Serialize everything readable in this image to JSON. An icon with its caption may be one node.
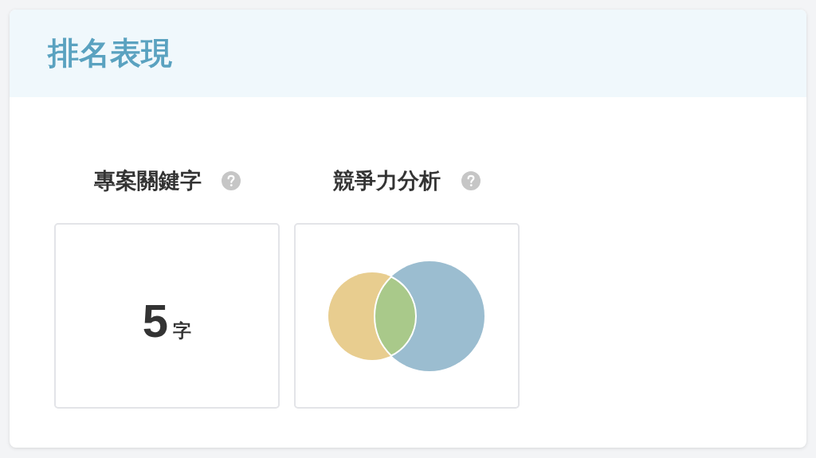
{
  "diagram": {
    "title": "排名表現",
    "nodes": [
      {
        "text": [
          "專案關鍵字",
          "5",
          "字"
        ]
      },
      {
        "text": [
          "競爭力分析"
        ]
      }
    ]
  }
}
